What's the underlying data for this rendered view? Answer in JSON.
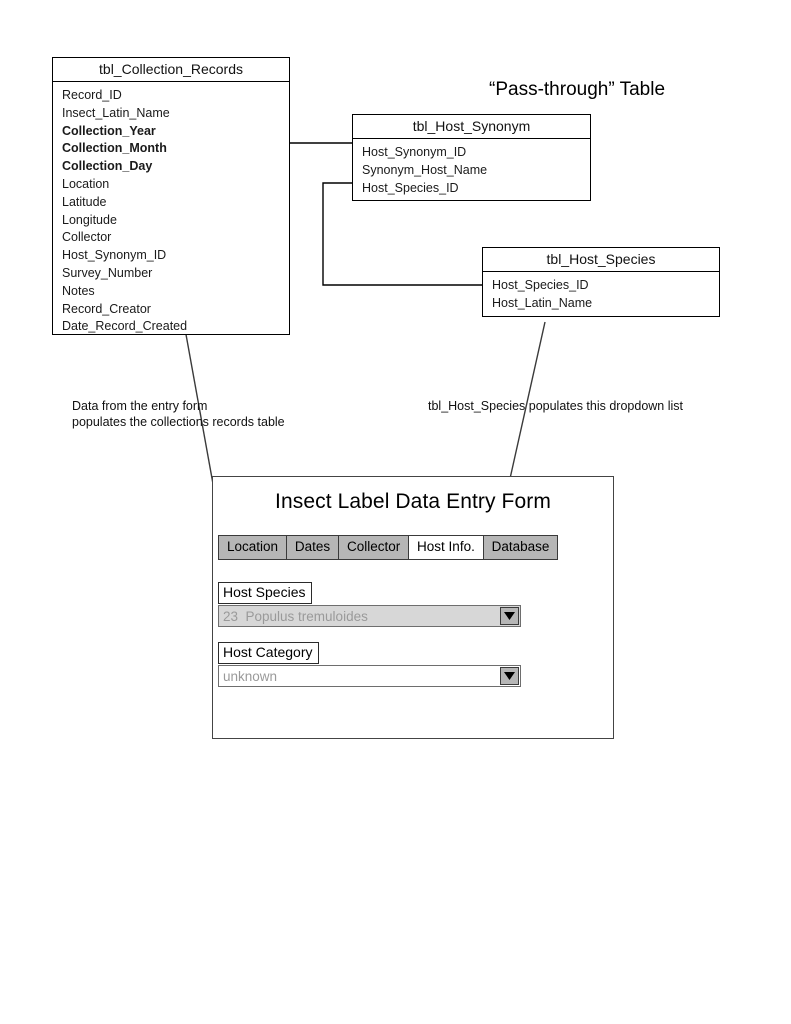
{
  "diagram": {
    "pass_through_label": "“Pass-through” Table",
    "notes": {
      "entry_form": "Data from the entry form\npopulates the collections records table",
      "host_species": "tbl_Host_Species populates this dropdown list"
    },
    "tables": [
      {
        "id": "tbl_Collection_Records",
        "title": "tbl_Collection_Records",
        "fields": [
          {
            "name": "Record_ID",
            "bold": false
          },
          {
            "name": "Insect_Latin_Name",
            "bold": false
          },
          {
            "name": "Collection_Year",
            "bold": true
          },
          {
            "name": "Collection_Month",
            "bold": true
          },
          {
            "name": "Collection_Day",
            "bold": true
          },
          {
            "name": "Location",
            "bold": false
          },
          {
            "name": "Latitude",
            "bold": false
          },
          {
            "name": "Longitude",
            "bold": false
          },
          {
            "name": "Collector",
            "bold": false
          },
          {
            "name": "Host_Synonym_ID",
            "bold": false
          },
          {
            "name": "Survey_Number",
            "bold": false
          },
          {
            "name": "Notes",
            "bold": false
          },
          {
            "name": "Record_Creator",
            "bold": false
          },
          {
            "name": "Date_Record_Created",
            "bold": false
          }
        ]
      },
      {
        "id": "tbl_Host_Synonym",
        "title": "tbl_Host_Synonym",
        "fields": [
          {
            "name": "Host_Synonym_ID",
            "bold": false
          },
          {
            "name": "Synonym_Host_Name",
            "bold": false
          },
          {
            "name": "Host_Species_ID",
            "bold": false
          }
        ]
      },
      {
        "id": "tbl_Host_Species",
        "title": "tbl_Host_Species",
        "fields": [
          {
            "name": "Host_Species_ID",
            "bold": false
          },
          {
            "name": "Host_Latin_Name",
            "bold": false
          }
        ]
      }
    ]
  },
  "form": {
    "title": "Insect Label Data Entry Form",
    "tabs": [
      {
        "label": "Location",
        "active": false
      },
      {
        "label": "Dates",
        "active": false
      },
      {
        "label": "Collector",
        "active": false
      },
      {
        "label": "Host Info.",
        "active": true
      },
      {
        "label": "Database",
        "active": false
      }
    ],
    "fields": [
      {
        "label": "Host Species",
        "value": "23  Populus tremuloides",
        "shaded": true,
        "dropdown_icon": "caret-down-icon"
      },
      {
        "label": "Host Category",
        "value": "unknown",
        "shaded": false,
        "dropdown_icon": "caret-down-icon"
      }
    ]
  },
  "colors": {
    "line": "#000000",
    "tab_inactive_bg": "#b6b6b6",
    "tab_active_bg": "#ffffff",
    "combo_shaded_bg": "#d7d7d7",
    "placeholder_text": "#9a9a9a"
  }
}
